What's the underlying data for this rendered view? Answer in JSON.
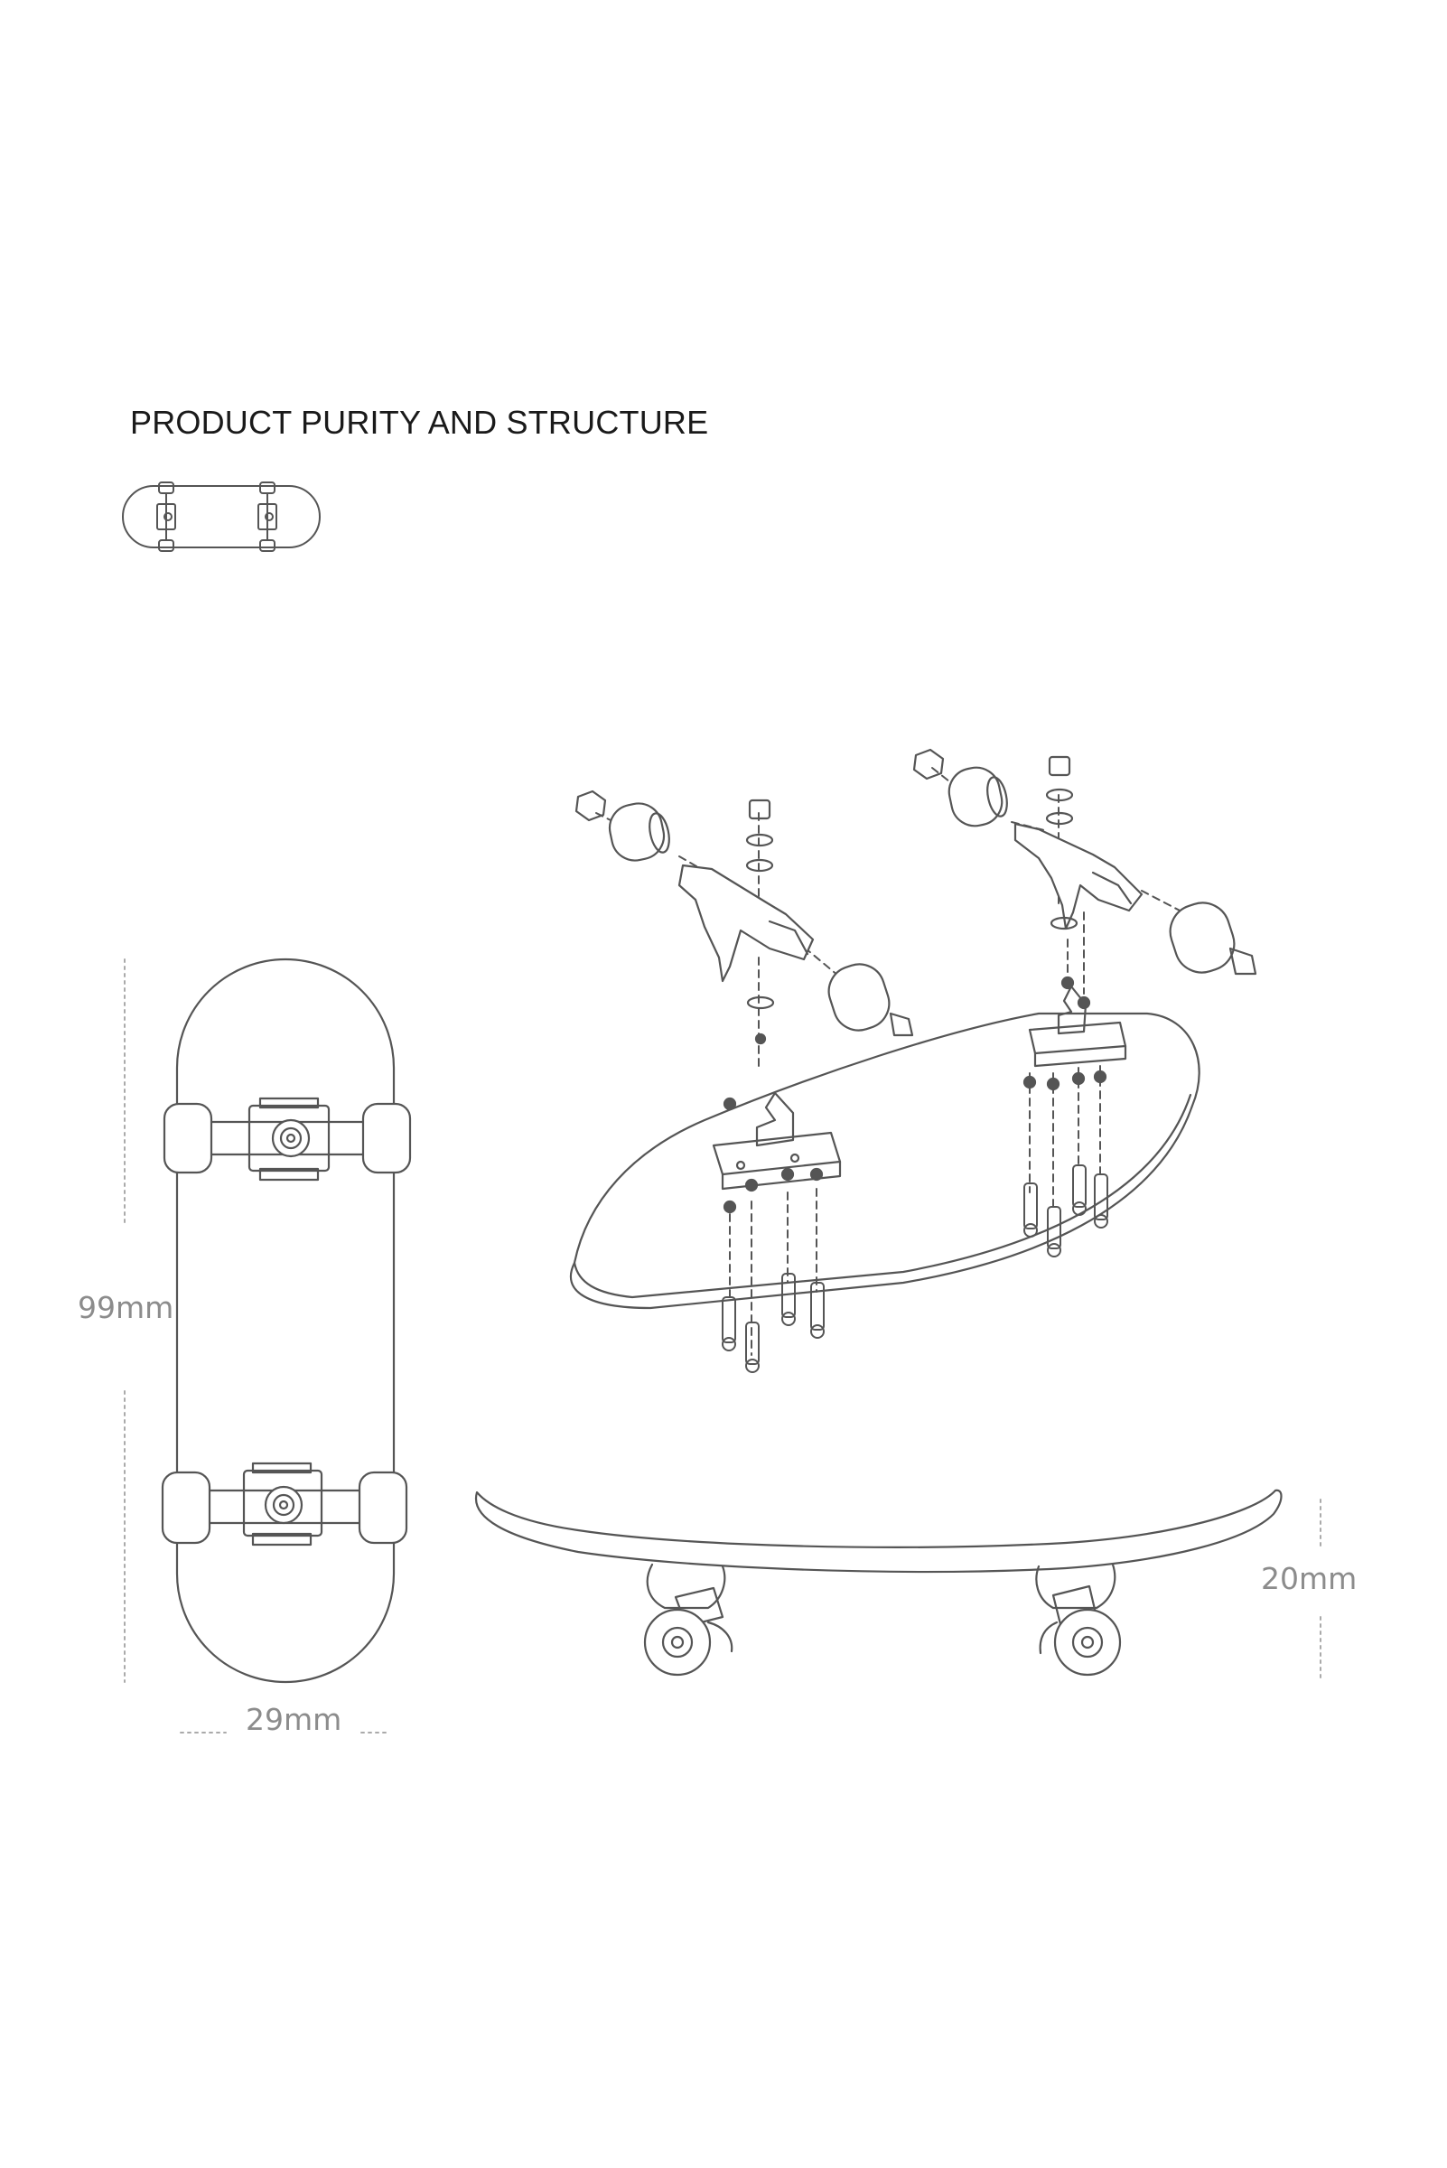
{
  "heading": {
    "text": "PRODUCT PURITY AND STRUCTURE"
  },
  "dimensions": {
    "length": "99mm",
    "width": "29mm",
    "height": "20mm"
  },
  "colors": {
    "line": "#555555",
    "dim_text": "#8c8c8c",
    "title_text": "#1a1a1a",
    "background": "#ffffff"
  },
  "icons": [
    "fingerboard-thumbnail-icon",
    "top-view-board",
    "exploded-assembly",
    "side-view-board"
  ]
}
